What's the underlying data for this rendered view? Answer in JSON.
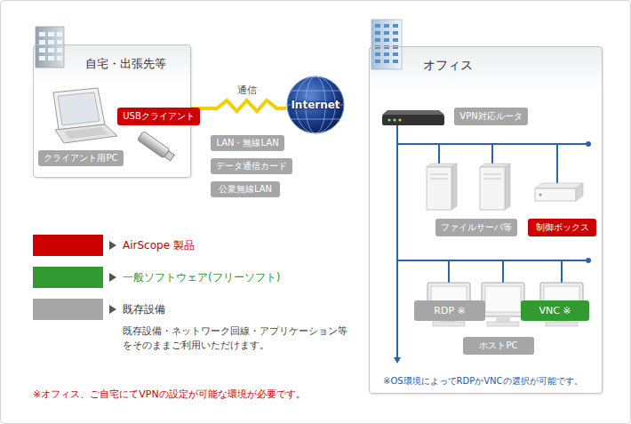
{
  "diagram": {
    "nodes": [
      {
        "text": [
          "自宅・出張先等"
        ]
      },
      {
        "text": [
          "USBクライアント"
        ],
        "in": 0
      },
      {
        "text": [
          "クライアント用PC"
        ],
        "in": 0
      },
      {
        "text": [
          "Internet"
        ]
      },
      {
        "text": [
          "LAN・無線LAN"
        ]
      },
      {
        "text": [
          "データ通信カード"
        ]
      },
      {
        "text": [
          "公衆無線LAN"
        ]
      },
      {
        "text": [
          "オフィス"
        ]
      },
      {
        "text": [
          "VPN対応ルータ"
        ],
        "in": 7
      },
      {
        "text": [
          "ファイルサーバ等"
        ],
        "in": 7
      },
      {
        "text": [
          "制御ボックス"
        ],
        "in": 7
      },
      {
        "text": [
          "RDP ※"
        ],
        "in": 7
      },
      {
        "text": [
          "VNC ※"
        ],
        "in": 7
      },
      {
        "text": [
          "ホストPC"
        ],
        "in": 7
      }
    ],
    "edges": [
      {
        "from": 0,
        "to": 3,
        "arrow": "none",
        "label": "通信"
      }
    ],
    "labels": [
      "既存設備・ネットワーク回線・アプリケーション等 をそのままご利用いただけます。",
      "※OS環境によってRDPかVNCの選択が可能です。",
      "※オフィス、ご自宅にてVPNの設定が可能な環境が必要です。"
    ],
    "legend": [
      {
        "text": "AirScope 製品",
        "color": "#cc0000"
      },
      {
        "text": "一般ソフトウェア(フリーソフト)",
        "color": "#339933"
      },
      {
        "text": "既存設備",
        "color": "#a6a6a6"
      }
    ]
  }
}
